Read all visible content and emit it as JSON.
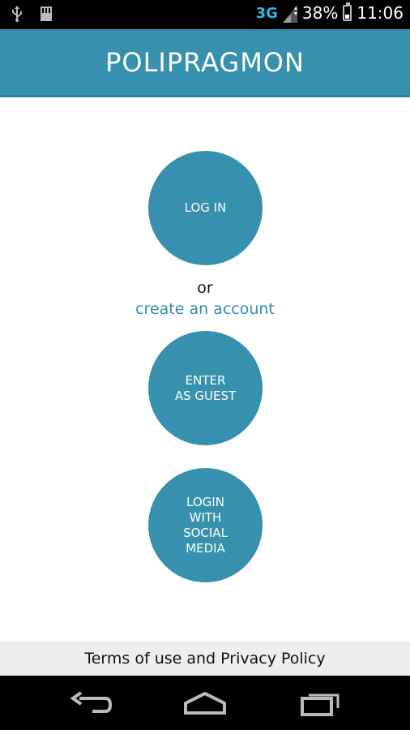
{
  "status_bar": {
    "network": "3G",
    "battery": "38%",
    "battery_level": 0.38,
    "time": "11:06",
    "icons": [
      "usb-icon",
      "sd-card-icon",
      "signal-icon",
      "battery-icon"
    ]
  },
  "header": {
    "title": "POLIPRAGMON"
  },
  "main": {
    "login_label": "LOG IN",
    "or_text": "or",
    "create_account_label": "create an account",
    "guest_label": "ENTER\nAS GUEST",
    "social_label": "LOGIN\nWITH\nSOCIAL\nMEDIA"
  },
  "footer": {
    "terms_label": "Terms of use and Privacy Policy"
  },
  "nav_bar": {
    "icons": [
      "back-icon",
      "home-icon",
      "recent-apps-icon"
    ]
  },
  "colors": {
    "accent": "#3690ae",
    "link": "#2f8fb0",
    "footer_bg": "#eeeeee"
  }
}
